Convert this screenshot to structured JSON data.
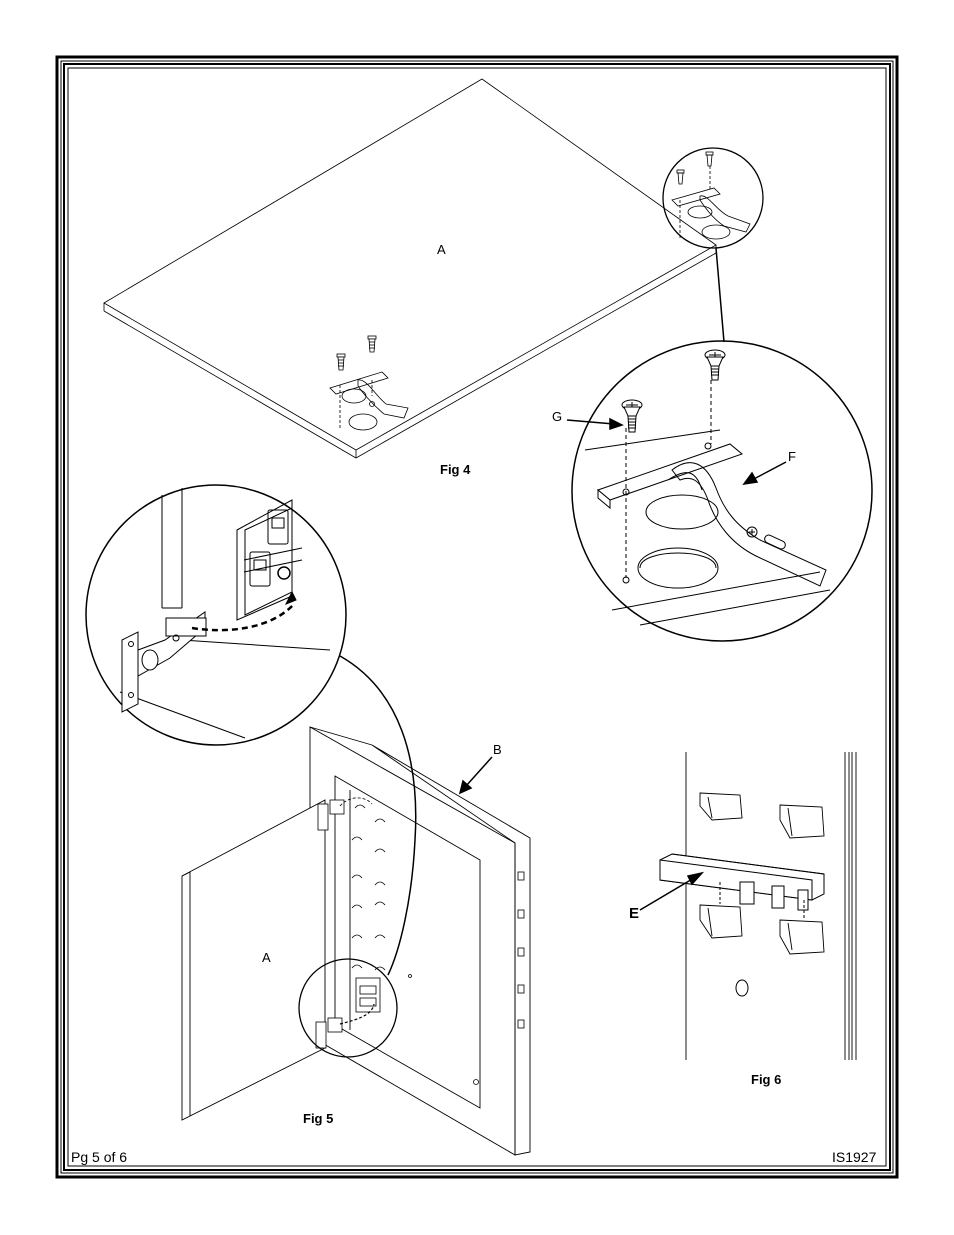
{
  "figures": {
    "fig4": "Fig 4",
    "fig5": "Fig 5",
    "fig6": "Fig 6"
  },
  "parts": {
    "a_top": "A",
    "a_door": "A",
    "b": "B",
    "e": "E",
    "f": "F",
    "g": "G"
  },
  "footer": {
    "page": "Pg 5 of 6",
    "doc_id": "IS1927"
  }
}
